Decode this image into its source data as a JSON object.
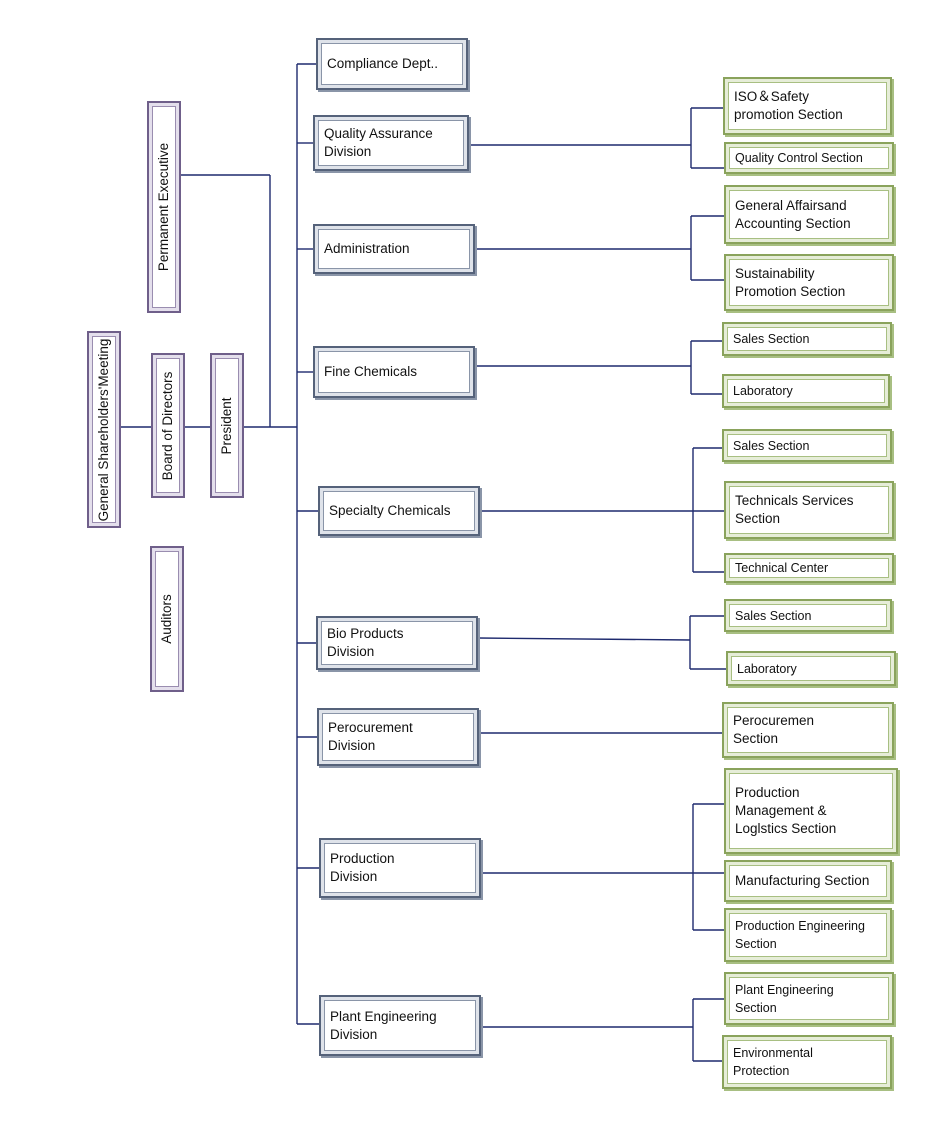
{
  "colors": {
    "connector": "#1e2a6e",
    "division_border": "#55627a",
    "section_border": "#8aa35c",
    "executive_border": "#6f5f8a"
  },
  "executive": {
    "shareholders": "General Shareholders'Meeting",
    "board": "Board of Directors",
    "president": "President",
    "permanent_executive": "Permanent Executive",
    "auditors": "Auditors"
  },
  "divisions": [
    {
      "name": "Compliance Dept..",
      "sections": []
    },
    {
      "name": "Quality Assurance\nDivision",
      "sections": [
        "ISO＆Safety\npromotion Section",
        "Quality Control Section"
      ]
    },
    {
      "name": "Administration",
      "sections": [
        "General Affairsand\nAccounting Section",
        "Sustainability\nPromotion Section"
      ]
    },
    {
      "name": "Fine Chemicals",
      "sections": [
        "Sales Section",
        "Laboratory"
      ]
    },
    {
      "name": "Specialty Chemicals",
      "sections": [
        "Sales Section",
        "Technicals Services\n Section",
        "Technical Center"
      ]
    },
    {
      "name": "Bio Products\nDivision",
      "sections": [
        "Sales Section",
        "Laboratory"
      ]
    },
    {
      "name": "Perocurement\nDivision",
      "sections": [
        "Perocuremen\nSection"
      ]
    },
    {
      "name": "Production\nDivision",
      "sections": [
        "Production\nManagement  &\nLoglstics Section",
        "Manufacturing  Section",
        "Production Engineering\nSection"
      ]
    },
    {
      "name": "Plant Engineering\nDivision",
      "sections": [
        "Plant Engineering\nSection",
        "Environmental\nProtection"
      ]
    }
  ]
}
